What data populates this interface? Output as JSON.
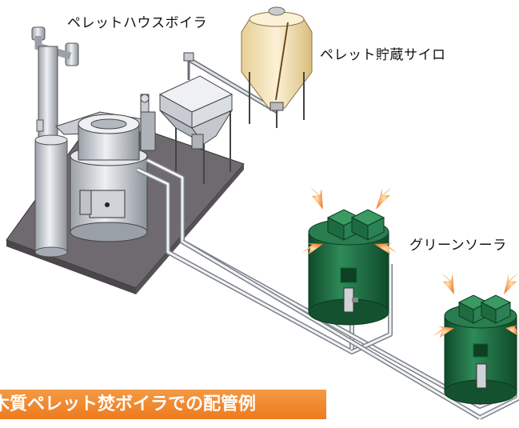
{
  "labels": {
    "boiler": "ペレットハウスボイラ",
    "silo": "ペレット貯蔵サイロ",
    "solar": "グリーンソーラ"
  },
  "banner": {
    "title": "木質ペレット焚ボイラでの配管例"
  },
  "colors": {
    "banner": "#ef7d22",
    "tank_green": "#1e6b3f",
    "base_plate": "#6f6a6f",
    "silo_body": "#f4e3b8",
    "steel": "#c9ccd2",
    "arrow_orange": "#f2843a"
  }
}
